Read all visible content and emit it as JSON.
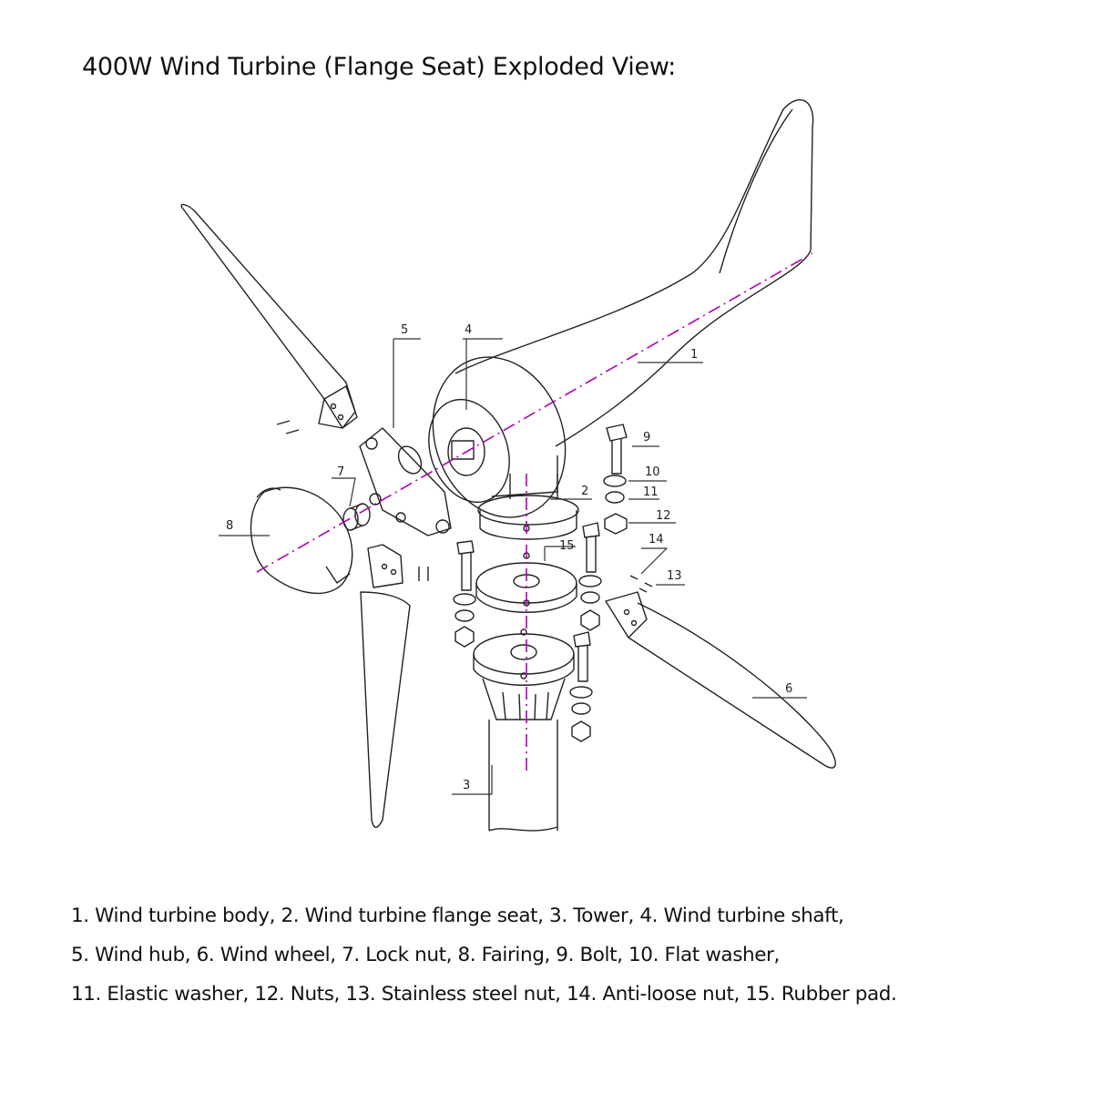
{
  "title": "400W Wind Turbine (Flange Seat) Exploded View:",
  "callouts": {
    "c1": "1",
    "c2": "2",
    "c3": "3",
    "c4": "4",
    "c5": "5",
    "c6": "6",
    "c7": "7",
    "c8": "8",
    "c9": "9",
    "c10": "10",
    "c11": "11",
    "c12": "12",
    "c13": "13",
    "c14": "14",
    "c15": "15"
  },
  "legend": {
    "line1": "1. Wind turbine body, 2. Wind turbine flange seat, 3. Tower, 4. Wind turbine shaft,",
    "line2": "5. Wind hub, 6. Wind wheel, 7. Lock nut, 8. Fairing, 9. Bolt, 10. Flat washer,",
    "line3": "11. Elastic washer, 12. Nuts, 13. Stainless steel nut, 14. Anti-loose nut, 15. Rubber pad."
  },
  "colors": {
    "axis": "#b000b0",
    "line": "#222222"
  }
}
